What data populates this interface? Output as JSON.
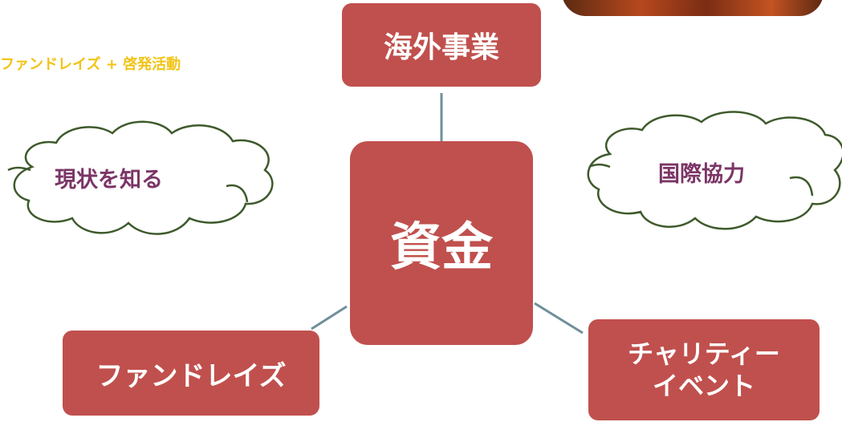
{
  "subtitle": "ファンドレイズ + 啓発活動",
  "center": "資金",
  "nodes": {
    "top": "海外事業",
    "bottom_left": "ファンドレイズ",
    "bottom_right": "チャリティー\nイベント"
  },
  "clouds": {
    "left": "現状を知る",
    "right": "国際協力"
  },
  "colors": {
    "node_fill": "#c0504d",
    "node_text": "#ffffff",
    "subtitle": "#f2c314",
    "cloud_text": "#7b3566",
    "cloud_outline": "#3e5a2b",
    "connector": "#6f8f9a"
  }
}
